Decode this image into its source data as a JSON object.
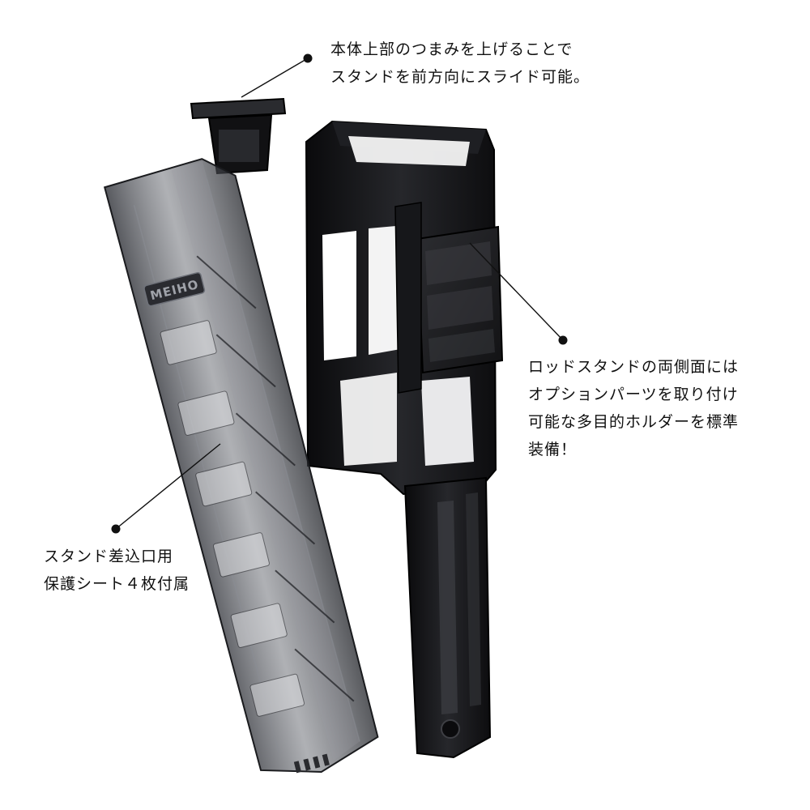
{
  "callouts": {
    "top": {
      "lines": [
        "本体上部のつまみを上げることで",
        "スタンドを前方向にスライド可能。"
      ]
    },
    "right": {
      "lines": [
        "ロッドスタンドの両側面には",
        "オプションパーツを取り付け",
        "可能な多目的ホルダーを標準",
        "装備！"
      ]
    },
    "left": {
      "lines": [
        "スタンド差込口用",
        "保護シート４枚付属"
      ]
    }
  },
  "product": {
    "logo_text": "MEIHO"
  },
  "colors": {
    "leader": "#111111",
    "body": "#1b1b1d",
    "body_dark": "#0c0c0e",
    "clear_tint": "#4a4c52",
    "highlight": "#8a8d94"
  }
}
